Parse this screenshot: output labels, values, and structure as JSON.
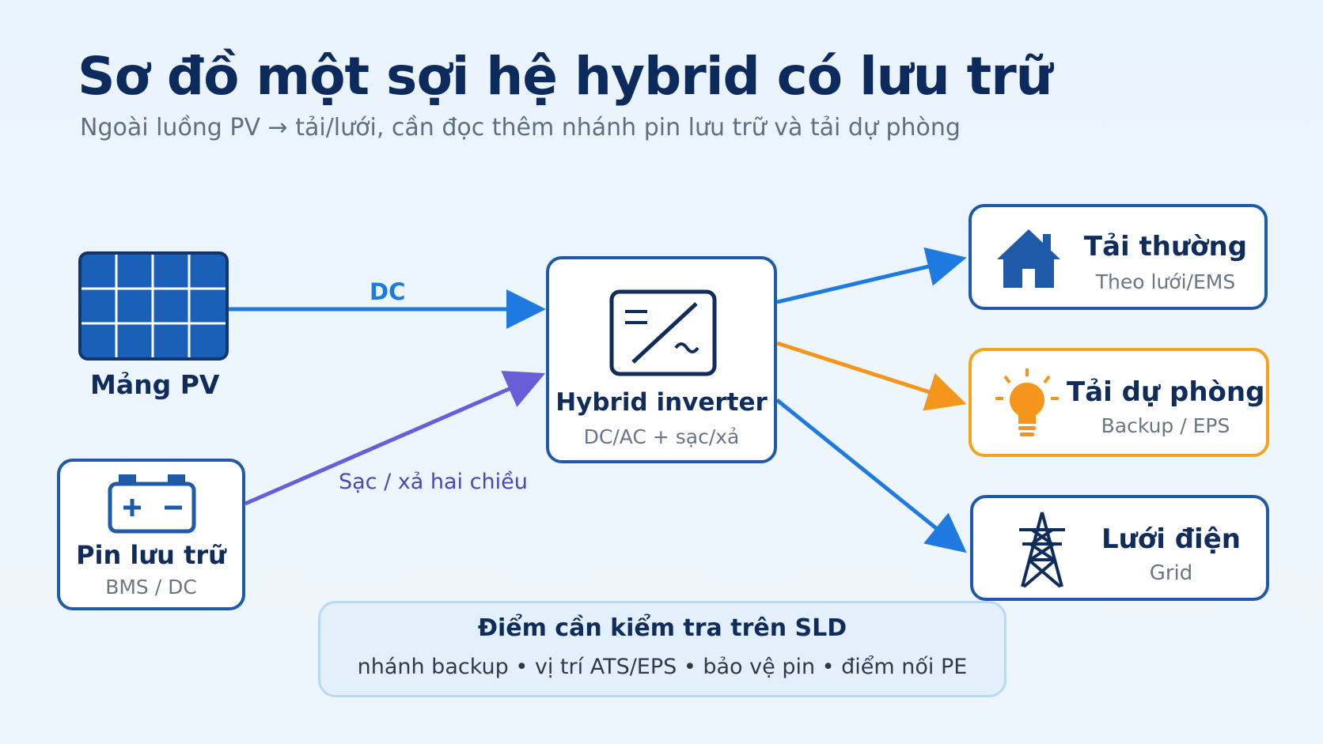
{
  "title": "Sơ đồ một sợi hệ hybrid có lưu trữ",
  "subtitle": "Ngoài luồng PV → tải/lưới, cần đọc thêm nhánh pin lưu trữ và tải dự phòng",
  "nodes": {
    "pv": {
      "label": "Mảng PV",
      "icon": "solar-panel-icon"
    },
    "battery": {
      "label": "Pin lưu trữ",
      "sub": "BMS / DC",
      "icon": "battery-icon"
    },
    "inverter": {
      "label": "Hybrid inverter",
      "sub": "DC/AC + sạc/xả",
      "icon": "inverter-icon"
    },
    "normal_load": {
      "label": "Tải thường",
      "sub": "Theo lưới/EMS",
      "icon": "house-icon"
    },
    "backup_load": {
      "label": "Tải dự phòng",
      "sub": "Backup / EPS",
      "icon": "light-bulb-icon"
    },
    "grid": {
      "label": "Lưới điện",
      "sub": "Grid",
      "icon": "transmission-tower-icon"
    }
  },
  "edges": {
    "dc_label": "DC",
    "battery_label": "Sạc / xả hai chiều"
  },
  "colors": {
    "primary": "#1f7ae0",
    "dark_navy": "#0f2c5a",
    "backup": "#f5961c",
    "battery_link": "#6a5ed8"
  },
  "note": {
    "title": "Điểm cần kiểm tra trên SLD",
    "items": "nhánh backup • vị trí ATS/EPS • bảo vệ pin • điểm nối PE"
  }
}
